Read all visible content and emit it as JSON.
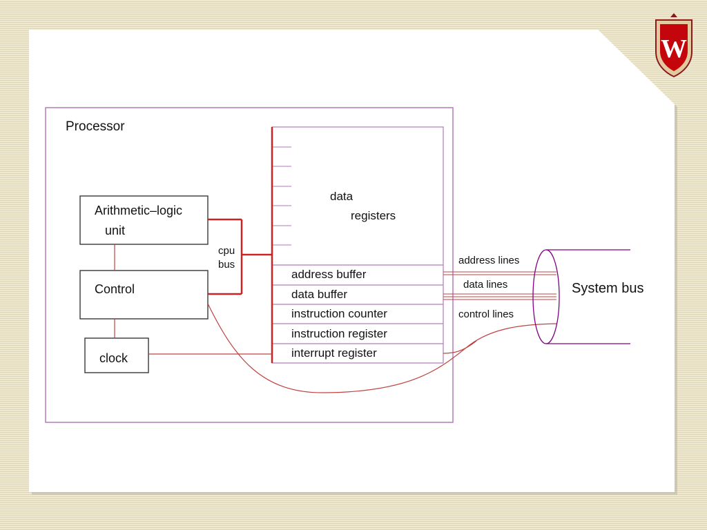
{
  "colors": {
    "slide": "#ffffff",
    "frame": "#b27ab8",
    "bus": "#cc2222",
    "wire": "#c04040",
    "box": "#444444",
    "system_bus": "#800080",
    "crest_red": "#c5050c",
    "crest_tan": "#e2c9a0"
  },
  "logo": {
    "icon": "uw-crest-icon",
    "letter": "W"
  },
  "diagram": {
    "processor_label": "Processor",
    "alu_label_line1": "Arithmetic–logic",
    "alu_label_line2": "unit",
    "control_label": "Control",
    "clock_label": "clock",
    "cpu_bus_line1": "cpu",
    "cpu_bus_line2": "bus",
    "data_registers_line1": "data",
    "data_registers_line2": "registers",
    "registers": [
      "address buffer",
      "data buffer",
      "instruction counter",
      "instruction register",
      "interrupt register"
    ],
    "address_lines": "address lines",
    "data_lines": "data lines",
    "control_lines": "control lines",
    "system_bus": "System bus"
  }
}
